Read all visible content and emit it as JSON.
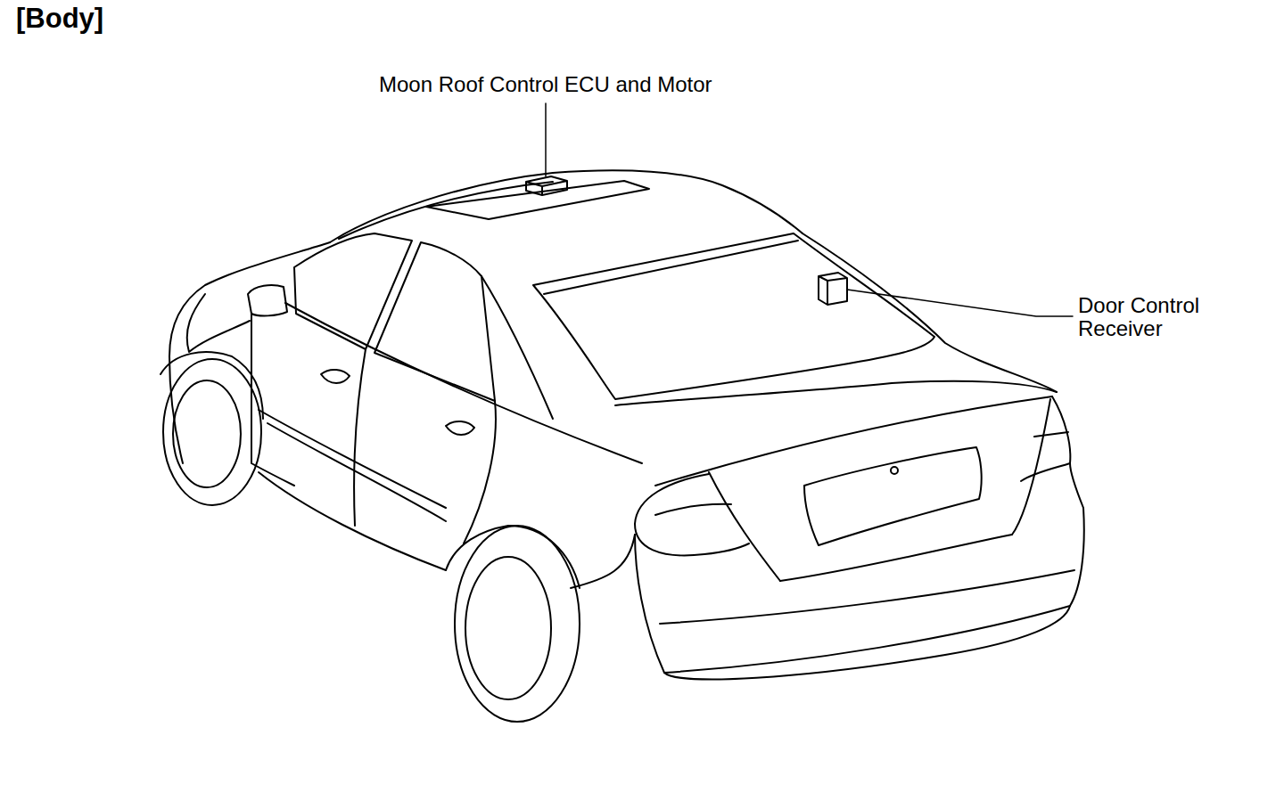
{
  "diagram": {
    "title": "[Body]",
    "labels": [
      "Moon Roof Control ECU and Motor",
      "Door Control Receiver"
    ]
  }
}
